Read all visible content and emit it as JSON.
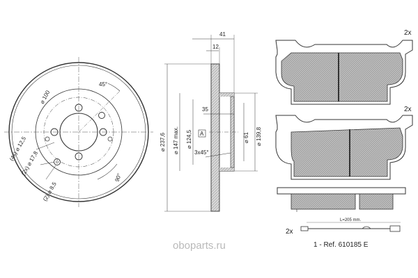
{
  "disc": {
    "dim_angle_45": "45°",
    "dim_pcd": "⌀ 100",
    "dim_hole_4x": "(4x) ⌀ 12,5",
    "dim_hole_2x": "(2x) ⌀ 17,8",
    "dim_hole_2": "(2) ⌀ 8,5",
    "dim_angle_90": "90°"
  },
  "section": {
    "dim_41": "41",
    "dim_12": "12",
    "dim_35": "35",
    "dim_237": "⌀ 237,6",
    "dim_147": "⌀ 147 max.",
    "dim_124": "⌀ 124,5",
    "dim_61": "⌀ 61",
    "dim_139": "⌀ 139,8",
    "datum": "A",
    "chamfer": "3x45°"
  },
  "pads": {
    "qty_top": "2x",
    "qty_bottom": "2x",
    "sensor_qty": "2x",
    "sensor_length": "L=205 mm."
  },
  "reference": "1 - Ref. 610185 E",
  "watermark": "oboparts.ru",
  "colors": {
    "line": "#333333",
    "pad_fill": "#cfcfcf",
    "watermark": "#b9b9b9"
  }
}
